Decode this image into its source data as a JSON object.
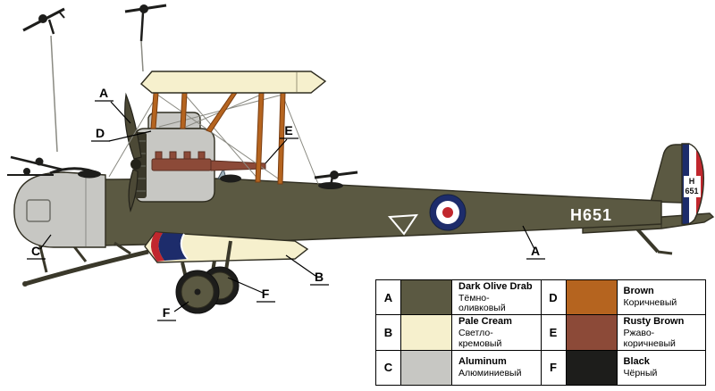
{
  "palette": {
    "dark_olive_drab": "#5b5942",
    "pale_cream": "#f6f0cd",
    "aluminum": "#c7c7c3",
    "brown": "#b5641f",
    "rusty_brown": "#8c4a38",
    "black": "#1d1d1b",
    "roundel_blue": "#1d2c6b",
    "roundel_red": "#c1272d"
  },
  "markings": {
    "fuselage_serial": "H651",
    "rudder_line1": "H",
    "rudder_line2": "651"
  },
  "callouts": [
    "A",
    "D",
    "E",
    "C",
    "B",
    "F",
    "F",
    "A"
  ],
  "legend": {
    "items": [
      {
        "letter": "A",
        "name": "Dark Olive Drab",
        "name_ru": "Тёмно-оливковый",
        "color": "#5b5942"
      },
      {
        "letter": "B",
        "name": "Pale Cream",
        "name_ru": "Светло-кремовый",
        "color": "#f6f0cd"
      },
      {
        "letter": "C",
        "name": "Aluminum",
        "name_ru": "Алюминиевый",
        "color": "#c7c7c3"
      },
      {
        "letter": "D",
        "name": "Brown",
        "name_ru": "Коричневый",
        "color": "#b5641f"
      },
      {
        "letter": "E",
        "name": "Rusty Brown",
        "name_ru": "Ржаво-коричневый",
        "color": "#8c4a38"
      },
      {
        "letter": "F",
        "name": "Black",
        "name_ru": "Чёрный",
        "color": "#1d1d1b"
      }
    ]
  }
}
